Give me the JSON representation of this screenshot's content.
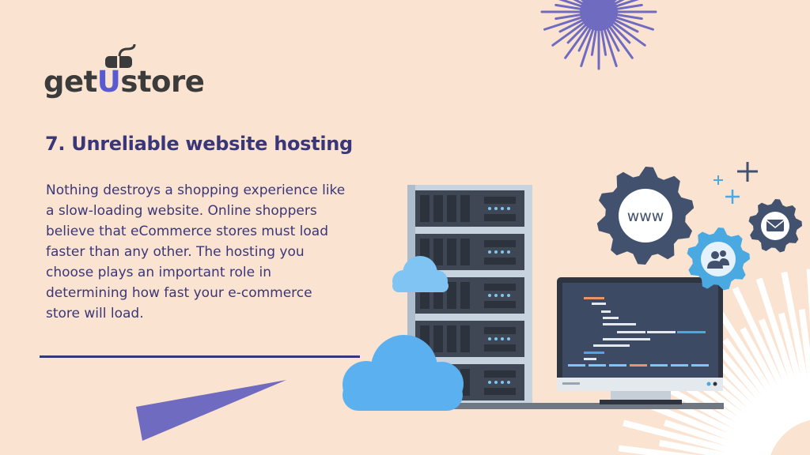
{
  "logo": {
    "text_pre": "get",
    "text_u": "U",
    "text_post": "store"
  },
  "title": "7. Unreliable website hosting",
  "body": "Nothing destroys a shopping experience like a slow-loading website. Online shoppers believe that eCommerce stores must load faster than any other. The hosting you choose plays an important role in determining how fast your e-commerce store will load.",
  "gear_www_label": "www",
  "colors": {
    "background": "#fbe3d1",
    "heading": "#3a3778",
    "accent_purple": "#6e6bc0",
    "server": "#3f4754",
    "cloud": "#5bb0f0",
    "gear_dark": "#41516e",
    "gear_light": "#4aa9e0"
  }
}
